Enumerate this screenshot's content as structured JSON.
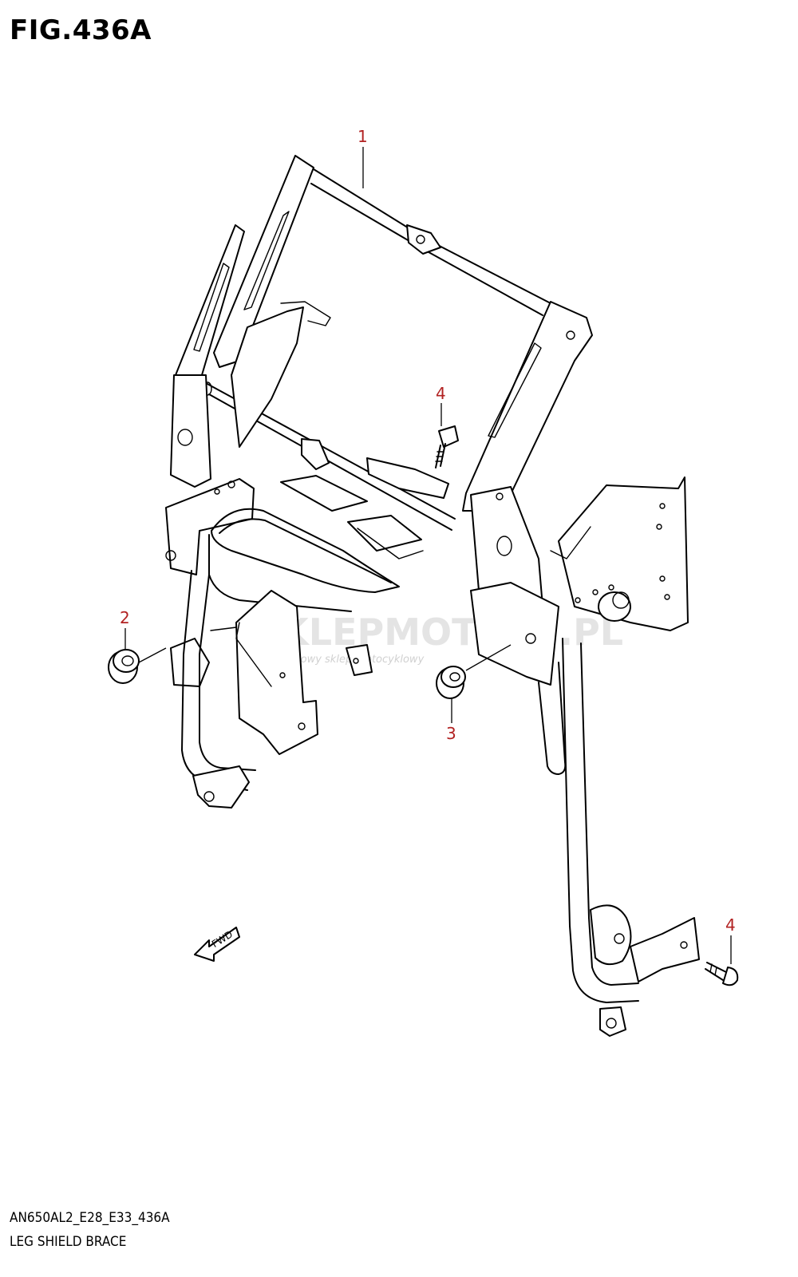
{
  "figure": {
    "title": "FIG.436A",
    "code": "AN650AL2_E28_E33_436A",
    "name": "LEG SHIELD BRACE"
  },
  "callouts": [
    {
      "id": "1",
      "label": "1"
    },
    {
      "id": "2",
      "label": "2"
    },
    {
      "id": "3",
      "label": "3"
    },
    {
      "id": "4a",
      "label": "4"
    },
    {
      "id": "4b",
      "label": "4"
    }
  ],
  "direction_marker": {
    "label": "FWD"
  },
  "watermark": {
    "main": "SKLEPMOTO43.PL",
    "sub": "internetowy sklep motocyklowy"
  },
  "colors": {
    "callout": "#b22222",
    "lines": "#000000",
    "background": "#ffffff"
  }
}
